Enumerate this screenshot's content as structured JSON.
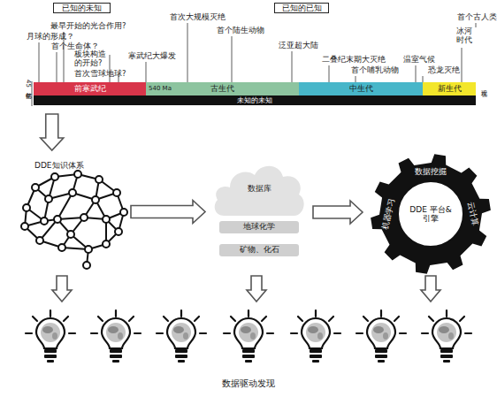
{
  "diagram": {
    "caption": "数据驱动发现",
    "nodes": [
      {
        "text": [
          "已知的未知"
        ]
      },
      {
        "text": [
          "已知的已知"
        ]
      },
      {
        "text": [
          "前寒武纪"
        ]
      },
      {
        "text": [
          "540 Ma",
          "古生代"
        ]
      },
      {
        "text": [
          "中生代"
        ]
      },
      {
        "text": [
          "新生代"
        ]
      },
      {
        "text": [
          "未知的未知"
        ]
      },
      {
        "text": [
          "DDE知识体系"
        ]
      },
      {
        "text": [
          "数据库"
        ]
      },
      {
        "text": [
          "地球化学"
        ],
        "in": 8
      },
      {
        "text": [
          "矿物、化石"
        ],
        "in": 8
      },
      {
        "text": [
          "数据挖掘",
          "机器学习",
          "DDE 平台&引擎",
          "云计算"
        ]
      }
    ],
    "edges": [
      {
        "from": 6,
        "to": 7,
        "arrow": "to"
      },
      {
        "from": 7,
        "to": 8,
        "arrow": "to"
      },
      {
        "from": 8,
        "to": 11,
        "arrow": "to"
      }
    ],
    "labels": [
      "最早开始的光合作用?",
      "月球的形成？",
      "首个生命体？",
      "板块构造的开始?",
      "首次雪球地球?",
      "寒武纪大爆发",
      "首次大规模灭绝",
      "首个陆生动物",
      "泛亚超大陆",
      "二叠纪末期大灭绝",
      "首个哺乳动物",
      "温室气候",
      "恐龙灭绝",
      "首个古人类",
      "冰河时代",
      "45亿年前",
      "现在"
    ]
  }
}
